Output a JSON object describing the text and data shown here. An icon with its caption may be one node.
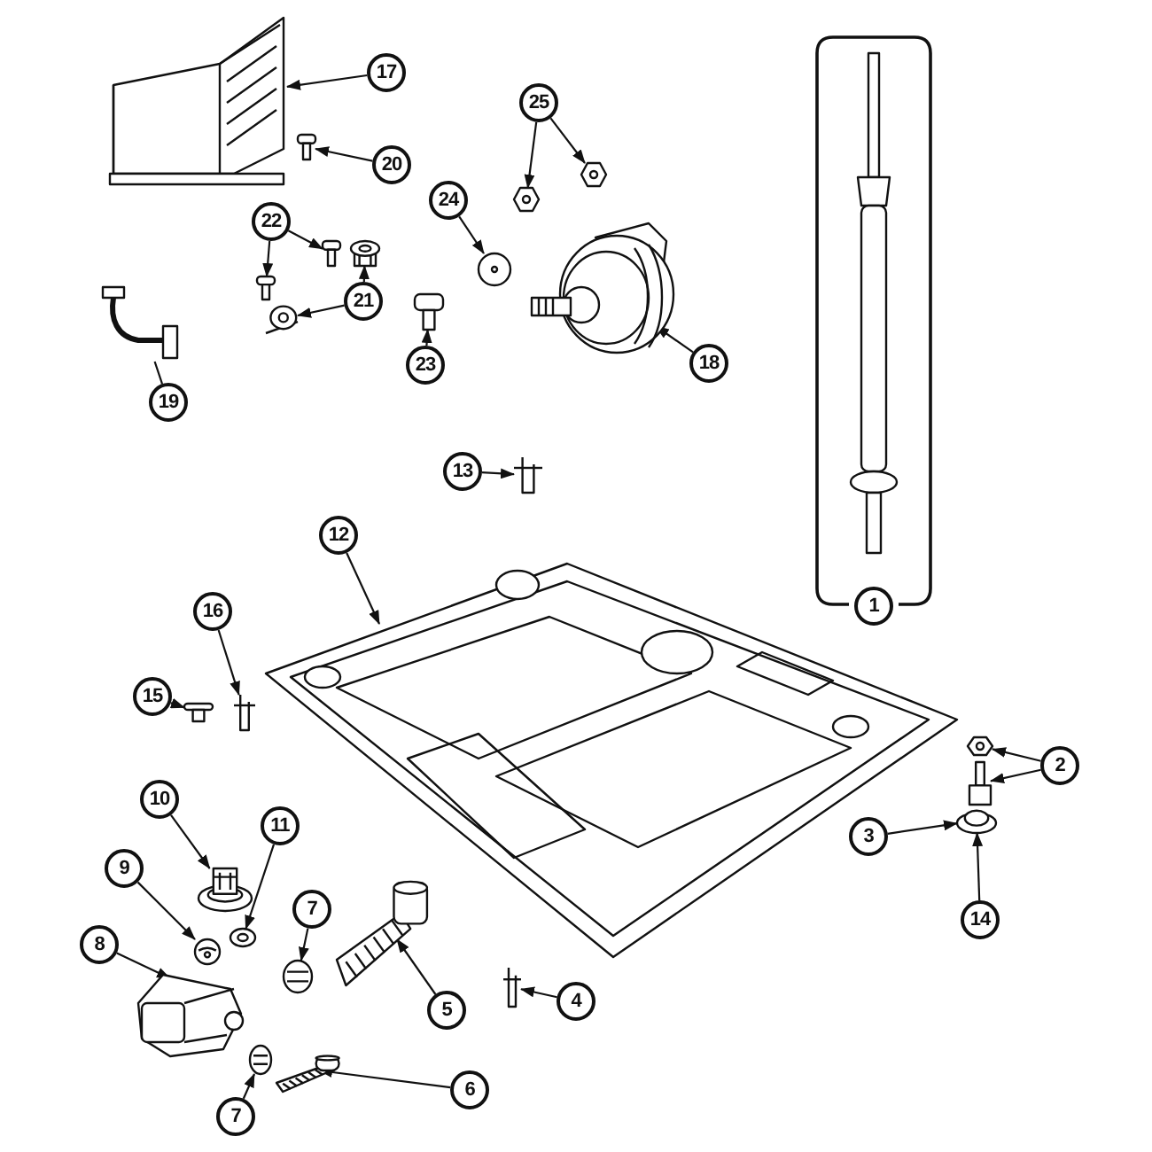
{
  "diagram": {
    "nodes": [
      {
        "text": [
          "17"
        ]
      },
      {
        "text": [],
        "shape": "picture"
      },
      {
        "text": [
          "20"
        ]
      },
      {
        "text": [],
        "shape": "picture"
      },
      {
        "text": [
          "25"
        ]
      },
      {
        "text": [],
        "shape": "picture"
      },
      {
        "text": [],
        "shape": "picture"
      },
      {
        "text": [
          "24"
        ]
      },
      {
        "text": [],
        "shape": "picture"
      },
      {
        "text": [
          "22"
        ]
      },
      {
        "text": [],
        "shape": "picture"
      },
      {
        "text": [],
        "shape": "picture"
      },
      {
        "text": [
          "21"
        ]
      },
      {
        "text": [],
        "shape": "picture"
      },
      {
        "text": [],
        "shape": "picture"
      },
      {
        "text": [
          "19"
        ]
      },
      {
        "text": [],
        "shape": "picture"
      },
      {
        "text": [
          "23"
        ]
      },
      {
        "text": [],
        "shape": "picture"
      },
      {
        "text": [
          "18"
        ]
      },
      {
        "text": [],
        "shape": "picture"
      },
      {
        "text": [
          "13"
        ]
      },
      {
        "text": [],
        "shape": "picture"
      },
      {
        "text": [
          "12"
        ]
      },
      {
        "text": [],
        "shape": "picture"
      },
      {
        "text": [],
        "shape": "box"
      },
      {
        "text": [],
        "shape": "picture",
        "in": 25
      },
      {
        "text": [
          "1"
        ],
        "in": 25
      },
      {
        "text": [
          "16"
        ]
      },
      {
        "text": [],
        "shape": "picture"
      },
      {
        "text": [
          "15"
        ]
      },
      {
        "text": [],
        "shape": "picture"
      },
      {
        "text": [
          "2"
        ]
      },
      {
        "text": [],
        "shape": "picture"
      },
      {
        "text": [],
        "shape": "picture"
      },
      {
        "text": [
          "3"
        ]
      },
      {
        "text": [],
        "shape": "picture"
      },
      {
        "text": [
          "14"
        ]
      },
      {
        "text": [
          "10"
        ]
      },
      {
        "text": [],
        "shape": "picture"
      },
      {
        "text": [
          "11"
        ]
      },
      {
        "text": [],
        "shape": "picture"
      },
      {
        "text": [
          "9"
        ]
      },
      {
        "text": [],
        "shape": "picture"
      },
      {
        "text": [
          "7"
        ]
      },
      {
        "text": [],
        "shape": "picture"
      },
      {
        "text": [
          "4"
        ]
      },
      {
        "text": [],
        "shape": "picture"
      },
      {
        "text": [
          "5"
        ]
      },
      {
        "text": [],
        "shape": "picture"
      },
      {
        "text": [
          "8"
        ]
      },
      {
        "text": [],
        "shape": "picture"
      },
      {
        "text": [
          "6"
        ]
      },
      {
        "text": [],
        "shape": "picture"
      },
      {
        "text": [
          "7"
        ]
      },
      {
        "text": [],
        "shape": "picture"
      }
    ],
    "edges": [
      {
        "from": 0,
        "to": 1,
        "arrow": "to"
      },
      {
        "from": 2,
        "to": 3,
        "arrow": "to"
      },
      {
        "from": 4,
        "to": 5,
        "arrow": "to"
      },
      {
        "from": 4,
        "to": 6,
        "arrow": "to"
      },
      {
        "from": 7,
        "to": 8,
        "arrow": "to"
      },
      {
        "from": 9,
        "to": 10,
        "arrow": "to"
      },
      {
        "from": 9,
        "to": 11,
        "arrow": "to"
      },
      {
        "from": 12,
        "to": 13,
        "arrow": "to"
      },
      {
        "from": 12,
        "to": 14,
        "arrow": "to"
      },
      {
        "from": 15,
        "to": 16,
        "arrow": "none"
      },
      {
        "from": 17,
        "to": 18,
        "arrow": "to"
      },
      {
        "from": 19,
        "to": 20,
        "arrow": "to"
      },
      {
        "from": 21,
        "to": 22,
        "arrow": "to"
      },
      {
        "from": 23,
        "to": 24,
        "arrow": "to"
      },
      {
        "from": 28,
        "to": 29,
        "arrow": "to"
      },
      {
        "from": 30,
        "to": 31,
        "arrow": "to"
      },
      {
        "from": 32,
        "to": 33,
        "arrow": "to"
      },
      {
        "from": 32,
        "to": 34,
        "arrow": "to"
      },
      {
        "from": 35,
        "to": 36,
        "arrow": "to"
      },
      {
        "from": 37,
        "to": 36,
        "arrow": "to"
      },
      {
        "from": 38,
        "to": 39,
        "arrow": "to"
      },
      {
        "from": 40,
        "to": 41,
        "arrow": "to"
      },
      {
        "from": 42,
        "to": 43,
        "arrow": "to"
      },
      {
        "from": 44,
        "to": 45,
        "arrow": "to"
      },
      {
        "from": 46,
        "to": 47,
        "arrow": "to"
      },
      {
        "from": 48,
        "to": 49,
        "arrow": "to"
      },
      {
        "from": 50,
        "to": 51,
        "arrow": "to"
      },
      {
        "from": 52,
        "to": 53,
        "arrow": "to"
      },
      {
        "from": 54,
        "to": 55,
        "arrow": "to"
      }
    ]
  }
}
